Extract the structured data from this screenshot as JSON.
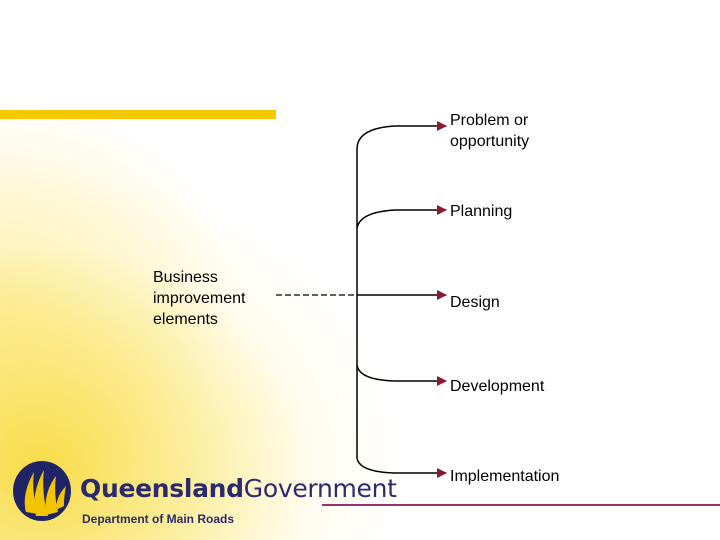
{
  "source": {
    "label": "Business\nimprovement\nelements"
  },
  "nodes": [
    {
      "label": "Problem or\nopportunity"
    },
    {
      "label": "Planning"
    },
    {
      "label": "Design"
    },
    {
      "label": "Development"
    },
    {
      "label": "Implementation"
    }
  ],
  "logo": {
    "name_bold": "Queensland",
    "name_regular": "Government",
    "department": "Department of Main Roads"
  },
  "colors": {
    "accent_bar": "#f5c800",
    "arrowhead": "#8a1a2e",
    "footer_rule": "#9b2f6e",
    "logo_text": "#2b2a6e"
  }
}
